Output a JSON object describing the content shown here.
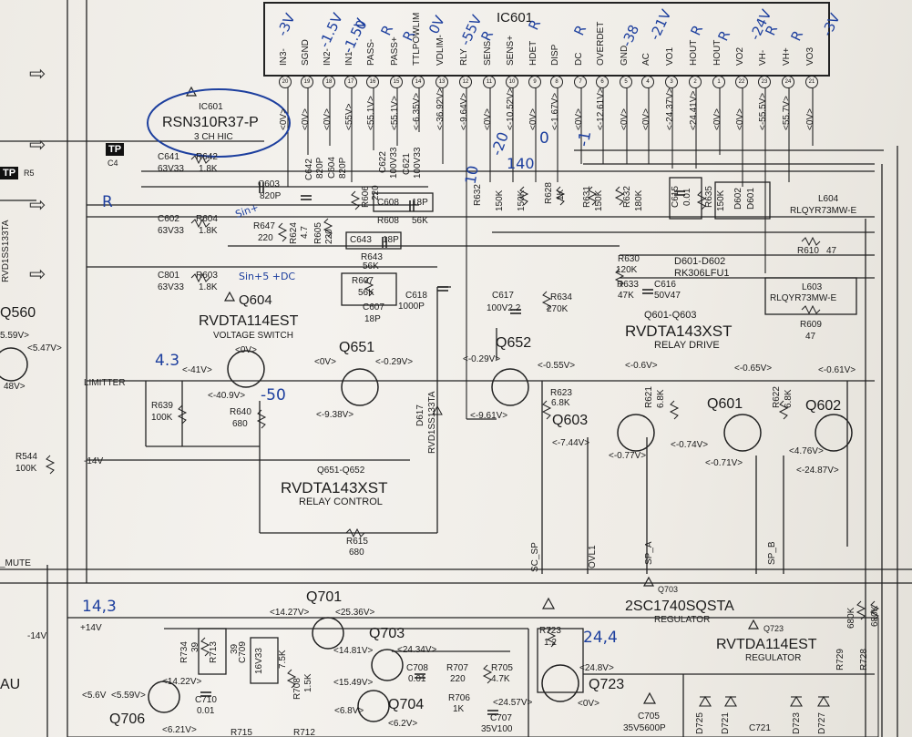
{
  "ic601": {
    "ref": "IC601",
    "part": "RSN310R37-P",
    "desc": "3 CH HIC",
    "box_label": "IC601",
    "pins": [
      {
        "name": "IN3-",
        "volt": "<0V>",
        "num": "20"
      },
      {
        "name": "SGND",
        "volt": "<0V>",
        "num": "19"
      },
      {
        "name": "IN2-",
        "volt": "<0V>",
        "num": "18"
      },
      {
        "name": "IN1-",
        "volt": "<55V>",
        "num": "17"
      },
      {
        "name": "PASS-",
        "volt": "<55.1V>",
        "num": "16"
      },
      {
        "name": "PASS+",
        "volt": "<55.1V>",
        "num": "15"
      },
      {
        "name": "TTLPOWLIM",
        "volt": "<-6.35V>",
        "num": "14"
      },
      {
        "name": "VDLIM-",
        "volt": "<-36.92V>",
        "num": "13"
      },
      {
        "name": "RLY",
        "volt": "<-9.64V>",
        "num": "12"
      },
      {
        "name": "SENS-",
        "volt": "<0V>",
        "num": "11"
      },
      {
        "name": "SENS+",
        "volt": "<-10.52V>",
        "num": "10"
      },
      {
        "name": "HDET",
        "volt": "<0V>",
        "num": "9"
      },
      {
        "name": "DISP",
        "volt": "<-1.67V>",
        "num": "8"
      },
      {
        "name": "DC",
        "volt": "<0V>",
        "num": "7"
      },
      {
        "name": "OVERDET",
        "volt": "<-12.61V>",
        "num": "6"
      },
      {
        "name": "GND",
        "volt": "<0V>",
        "num": "5"
      },
      {
        "name": "AC",
        "volt": "<0V>",
        "num": "4"
      },
      {
        "name": "VO1",
        "volt": "<-24.37V>",
        "num": "3"
      },
      {
        "name": "HOUT",
        "volt": "<24.41V>",
        "num": "2"
      },
      {
        "name": "HOUT",
        "volt": "<0V>",
        "num": "1"
      },
      {
        "name": "VO2",
        "volt": "<0V>",
        "num": "22"
      },
      {
        "name": "VH-",
        "volt": "<-55.5V>",
        "num": "23"
      },
      {
        "name": "VH+",
        "volt": "<55.7V>",
        "num": "24"
      },
      {
        "name": "VO3",
        "volt": "<0V>",
        "num": "21"
      }
    ]
  },
  "components": {
    "c641": [
      "C641",
      "63V33"
    ],
    "r642": [
      "R642",
      "1.8K"
    ],
    "c602": [
      "C602",
      "63V33"
    ],
    "r604": [
      "R604",
      "1.8K"
    ],
    "c801": [
      "C801",
      "63V33"
    ],
    "r603": [
      "R603",
      "1.8K"
    ],
    "c603": [
      "C603",
      "820P"
    ],
    "c642": [
      "C642",
      "820P"
    ],
    "c604": [
      "C604",
      "820P"
    ],
    "c622": [
      "C622",
      "100V33"
    ],
    "c621": [
      "C621",
      "100V33"
    ],
    "r606": [
      "R606",
      "220"
    ],
    "c608": [
      "C608",
      "18P"
    ],
    "r608": [
      "R608",
      "56K"
    ],
    "r647": [
      "R647",
      "220"
    ],
    "r624": [
      "R624",
      "4.7"
    ],
    "r605": [
      "R605",
      "220"
    ],
    "c643": [
      "C643",
      "18P"
    ],
    "r643": [
      "R643",
      "56K"
    ],
    "r607": [
      "R607",
      "56K"
    ],
    "c607": [
      "C607",
      "18P"
    ],
    "c618": [
      "C618",
      "1000P"
    ],
    "c617": [
      "C617",
      "100V2.2"
    ],
    "r634": [
      "R634",
      "270K"
    ],
    "r632": [
      "R632",
      "150K"
    ],
    "r628": [
      "R628",
      "1K"
    ],
    "r631": [
      "R631",
      "150K"
    ],
    "r632b": [
      "R632",
      "180K"
    ],
    "c615": [
      "C615",
      "0.01"
    ],
    "r635": [
      "R635",
      "150K"
    ],
    "d602": [
      "D602"
    ],
    "d601": [
      "D601"
    ],
    "l604": [
      "L604",
      "RLQYR73MW-E"
    ],
    "r610": [
      "R610",
      "47"
    ],
    "r630": [
      "R630",
      "120K"
    ],
    "r633": [
      "R633",
      "47K"
    ],
    "c616": [
      "C616",
      "50V47"
    ],
    "l603": [
      "L603",
      "RLQYR73MW-E"
    ],
    "r609": [
      "R609",
      "47"
    ],
    "r639": [
      "R639",
      "100K"
    ],
    "r640": [
      "R640",
      "680"
    ],
    "d617": [
      "D617",
      "RVD1SS133TA"
    ],
    "r623": [
      "R623",
      "6.8K"
    ],
    "r621": [
      "R621",
      "6.8K"
    ],
    "r622": [
      "R622",
      "6.8K"
    ],
    "r615": [
      "R615",
      "680"
    ],
    "r544": [
      "R544",
      "100K"
    ],
    "r734": [
      "R734",
      "39"
    ],
    "r713": [
      "R713",
      "39"
    ],
    "c709": [
      "C709",
      "16V33"
    ],
    "r_75k": [
      "7.5K"
    ],
    "r708": [
      "R708",
      "1.5K"
    ],
    "c710": [
      "C710",
      "0.01"
    ],
    "c708": [
      "C708",
      "0.01"
    ],
    "r707": [
      "R707",
      "220"
    ],
    "r705": [
      "R705",
      "4.7K"
    ],
    "r706": [
      "R706",
      "1K"
    ],
    "c707": [
      "C707",
      "35V100"
    ],
    "r723": [
      "R723",
      "1.2"
    ],
    "c705": [
      "C705",
      "35V5600P"
    ],
    "r729": [
      "R729",
      "680K"
    ],
    "r728": [
      "R728",
      "680K"
    ],
    "d725": [
      "D725"
    ],
    "d721": [
      "D721"
    ],
    "c721": [
      "C721"
    ],
    "d723": [
      "D723"
    ],
    "d727": [
      "D727"
    ],
    "r5": [
      "R5"
    ],
    "c4": [
      "C4"
    ],
    "r712": [
      "R712"
    ],
    "r715": [
      "R715"
    ]
  },
  "transistors": {
    "q604": {
      "ref": "Q604",
      "part": "RVDTA114EST",
      "desc": "VOLTAGE SWITCH"
    },
    "q651": {
      "ref": "Q651"
    },
    "q652": {
      "ref": "Q652"
    },
    "q651_652": {
      "ref": "Q651-Q652",
      "part": "RVDTA143XST",
      "desc": "RELAY CONTROL"
    },
    "q603": {
      "ref": "Q603"
    },
    "q601": {
      "ref": "Q601"
    },
    "q602": {
      "ref": "Q602"
    },
    "q601_603": {
      "ref": "Q601-Q603",
      "part": "RVDTA143XST",
      "desc": "RELAY DRIVE"
    },
    "d601_602": {
      "ref": "D601-D602",
      "part": "RK306LFU1"
    },
    "q701": {
      "ref": "Q701"
    },
    "q703": {
      "ref": "Q703"
    },
    "q704": {
      "ref": "Q704"
    },
    "q706": {
      "ref": "Q706"
    },
    "q723": {
      "ref": "Q723"
    },
    "q703_reg": {
      "ref": "Q703",
      "part": "2SC1740SQSTA",
      "desc": "REGULATOR"
    },
    "q723_reg": {
      "ref": "Q723",
      "part": "RVTDA114EST",
      "desc": "REGULATOR"
    },
    "q560": {
      "ref": "Q560"
    }
  },
  "voltages": {
    "q604_a": "<0V>",
    "q604_b": "<-41V>",
    "q604_c": "<-40.9V>",
    "q651_a": "<0V>",
    "q651_b": "<-0.29V>",
    "q651_c": "<-9.38V>",
    "q652_a": "<-0.29V>",
    "q652_b": "<-0.55V>",
    "q652_c": "<-9.61V>",
    "q603_a": "<-7.44V>",
    "q603_b": "<-0.77V>",
    "q601_a": "<-0.6V>",
    "q601_b": "<-0.74V>",
    "q601_c": "<-0.71V>",
    "q602_a": "<-0.65V>",
    "q602_b": "<-0.61V>",
    "q602_c": "<4.76V>",
    "q602_d": "<-24.87V>",
    "q560_a": "5.59V>",
    "q560_b": "<5.47V>",
    "q560_c": "48V>",
    "q701_a": "<14.27V>",
    "q701_b": "<25.36V>",
    "q703_a": "<14.81V>",
    "q703_b": "<24.34V>",
    "q703_c": "<15.49V>",
    "q704_a": "<6.8V>",
    "q704_b": "<6.2V>",
    "q706_a": "<14.22V>",
    "q706_b": "<5.6V",
    "q706_c": "<5.59V>",
    "q706_d": "<6.21V>",
    "q723_a": "<24.8V>",
    "q723_b": "<24.57V>",
    "q723_c": "<0V>"
  },
  "nets": {
    "limitter": "LIMITTER",
    "m14v": "-14V",
    "m14v_b": "-14V",
    "p14v": "+14V",
    "mute": "_MUTE",
    "sc_sp": "SC_SP",
    "ovl1": "OVL1",
    "sp_a": "SP_A",
    "sp_b": "SP_B",
    "tp": "TP",
    "tp2": "TP",
    "side_label": "RVD1SS133TA",
    "au": "AU"
  },
  "handwriting": {
    "pin_notes": [
      "-3V",
      "-1.5V",
      "-1.5V",
      "0",
      "R",
      "R",
      "0V",
      "-55V",
      "R",
      "R",
      "R",
      "-38",
      "-21V",
      "R",
      "R",
      "-24V",
      "R",
      "R",
      "-3V"
    ],
    "r_left": "R",
    "sine": "Sin+",
    "sine2": "Sin+5 +DC",
    "n43": "4.3",
    "n50": "-50",
    "n20": "-20",
    "n140": "140",
    "zero": "0",
    "one": "-1",
    "n10": "10",
    "n143": "14,3",
    "n244": "24,4"
  }
}
